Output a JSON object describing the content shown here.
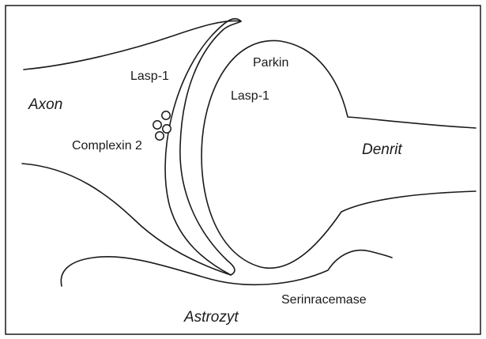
{
  "labels": {
    "axon": "Axon",
    "denrit": "Denrit",
    "astrozyt": "Astrozyt",
    "lasp_presynaptic": "Lasp-1",
    "lasp_postsynaptic": "Lasp-1",
    "parkin": "Parkin",
    "complexin": "Complexin 2",
    "serinracemase": "Serinracemase"
  },
  "colors": {
    "line": "#1a1a1a",
    "background": "#ffffff"
  }
}
